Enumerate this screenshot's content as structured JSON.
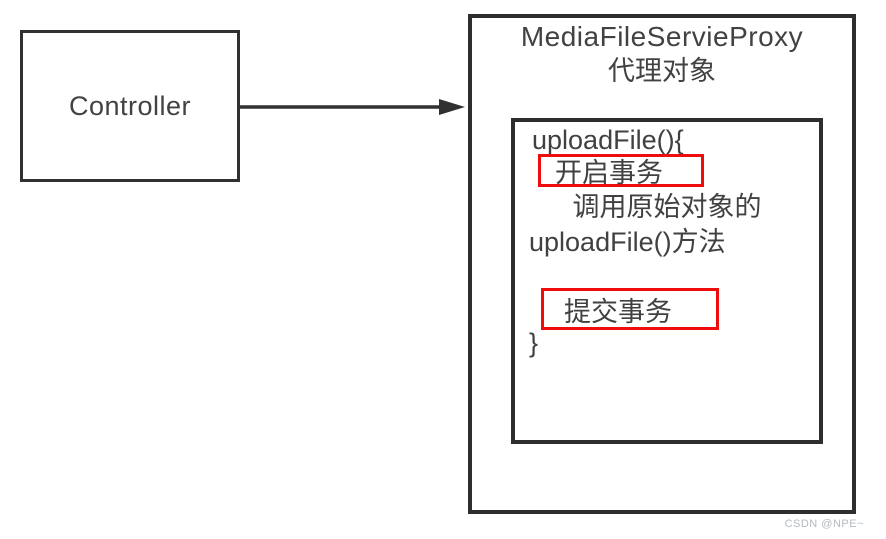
{
  "colors": {
    "box_border": "#2e2e2e",
    "text": "#414141",
    "highlight_border": "#ee0c0c",
    "watermark": "#b4bac1",
    "background": "#ffffff"
  },
  "controller": {
    "label": "Controller"
  },
  "arrow": {
    "name": "controller-to-proxy",
    "direction": "right"
  },
  "proxy": {
    "title_line1": "MediaFileServieProxy",
    "title_line2": "代理对象",
    "method": {
      "open_line": "uploadFile(){",
      "begin_tx": "开启事务",
      "call_line1": "调用原始对象的",
      "call_line2": "uploadFile()方法",
      "commit_tx": "提交事务",
      "close_line": "}"
    }
  },
  "watermark": "CSDN @NPE~"
}
